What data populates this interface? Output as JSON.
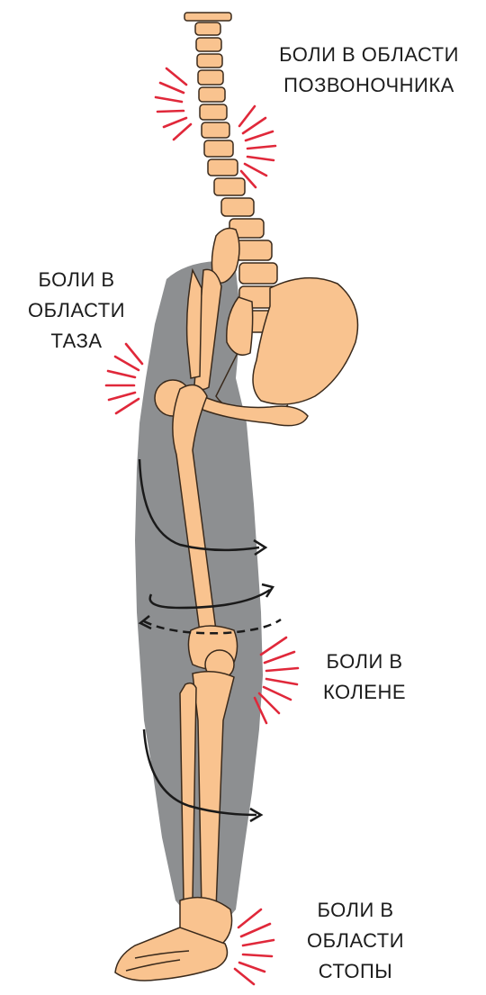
{
  "labels": {
    "spine": {
      "line1": "БОЛИ В ОБЛАСТИ",
      "line2": "ПОЗВОНОЧНИКА"
    },
    "pelvis": {
      "line1": "БОЛИ В",
      "line2": "ОБЛАСТИ",
      "line3": "ТАЗА"
    },
    "knee": {
      "line1": "БОЛИ В",
      "line2": "КОЛЕНЕ"
    },
    "foot": {
      "line1": "БОЛИ В",
      "line2": "ОБЛАСТИ",
      "line3": "СТОПЫ"
    }
  },
  "colors": {
    "bone": "#f9c38f",
    "bone_outline": "#3a2a1c",
    "leg_silhouette": "#8d8f91",
    "pain_rays": "#e0283a",
    "arrows": "#1a1a1a",
    "text": "#1c1c1c"
  }
}
